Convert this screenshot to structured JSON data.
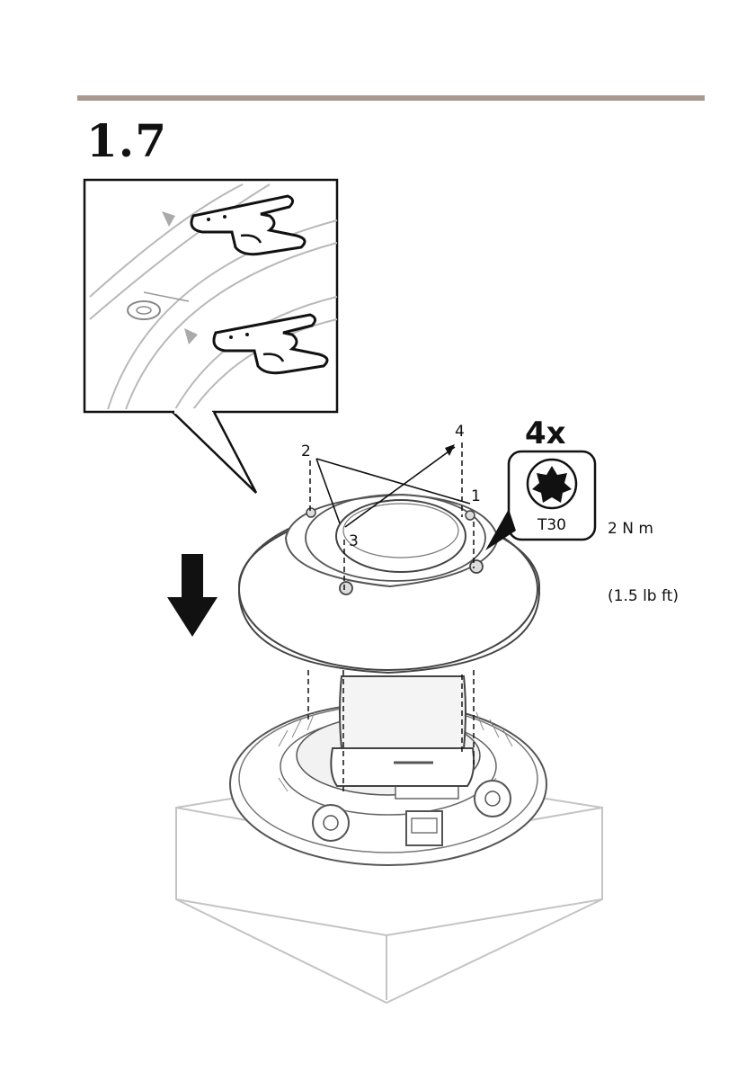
{
  "step": {
    "number": "1.7"
  },
  "callouts": {
    "c1": "1",
    "c2": "2",
    "c3": "3",
    "c4": "4"
  },
  "tool": {
    "quantity": "4x",
    "bit": "T30",
    "torque_nm": "2 N m",
    "torque_lbft": "(1.5 lb ft)"
  },
  "icons": {
    "direction": "arrow-down-icon",
    "hand": "pointing-hand-icon",
    "bit": "torx-bit-icon"
  },
  "colors": {
    "rule": "#a89a8f",
    "line": "#111111",
    "light": "#b9b9b9"
  }
}
